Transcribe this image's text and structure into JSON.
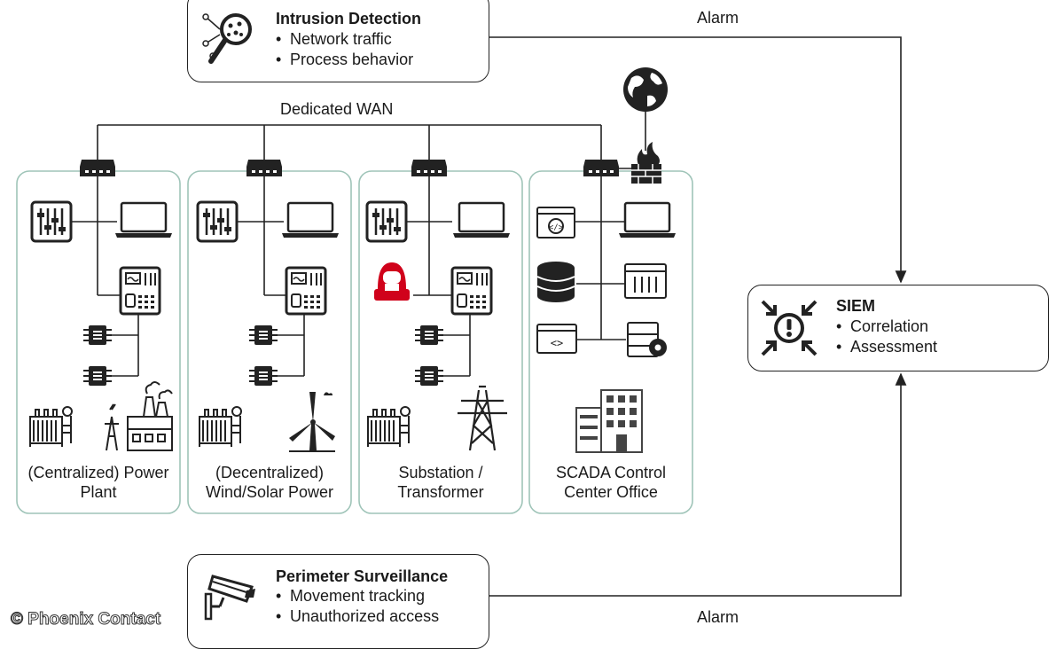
{
  "wan": {
    "label": "Dedicated WAN"
  },
  "alarms": {
    "top": "Alarm",
    "bottom": "Alarm"
  },
  "intrusion": {
    "title": "Intrusion Detection",
    "items": [
      "Network traffic",
      "Process behavior"
    ]
  },
  "siem": {
    "title": "SIEM",
    "items": [
      "Correlation",
      "Assessment"
    ]
  },
  "perimeter": {
    "title": "Perimeter Surveillance",
    "items": [
      "Movement tracking",
      "Unauthorized access"
    ]
  },
  "zones": [
    {
      "line1": "(Centralized) Power",
      "line2": "Plant"
    },
    {
      "line1": "(Decentralized)",
      "line2": "Wind/Solar Power"
    },
    {
      "line1": "Substation /",
      "line2": "Transformer"
    },
    {
      "line1": "SCADA Control",
      "line2": "Center Office"
    }
  ],
  "copyright": "© Phoenix Contact",
  "colors": {
    "zone_border": "#9fc4b8",
    "attacker": "#d0021b",
    "icon": "#222222"
  }
}
